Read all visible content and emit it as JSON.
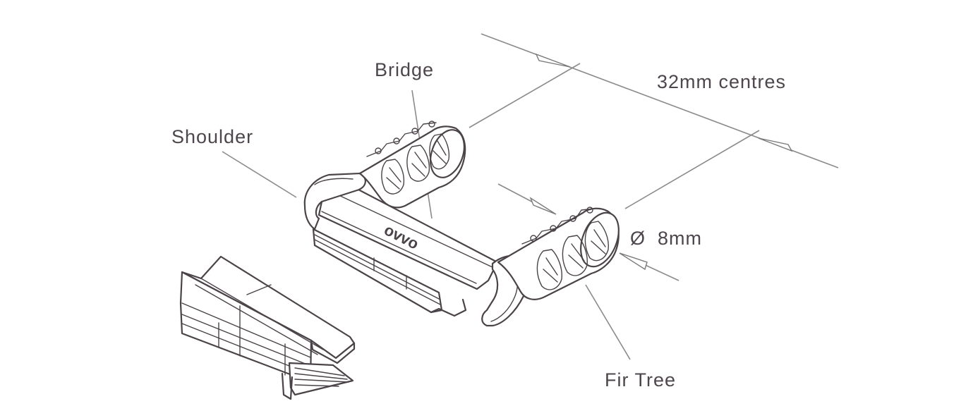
{
  "labels": {
    "bridge": "Bridge",
    "shoulder": "Shoulder",
    "centres": "32mm centres",
    "diameter": "Ø  8mm",
    "fir_tree": "Fir Tree"
  },
  "logo": {
    "text": "ovvo"
  },
  "colors": {
    "line": "#4a4348",
    "leader": "#8c8a8b",
    "label": "#4d464c",
    "background": "#ffffff"
  }
}
